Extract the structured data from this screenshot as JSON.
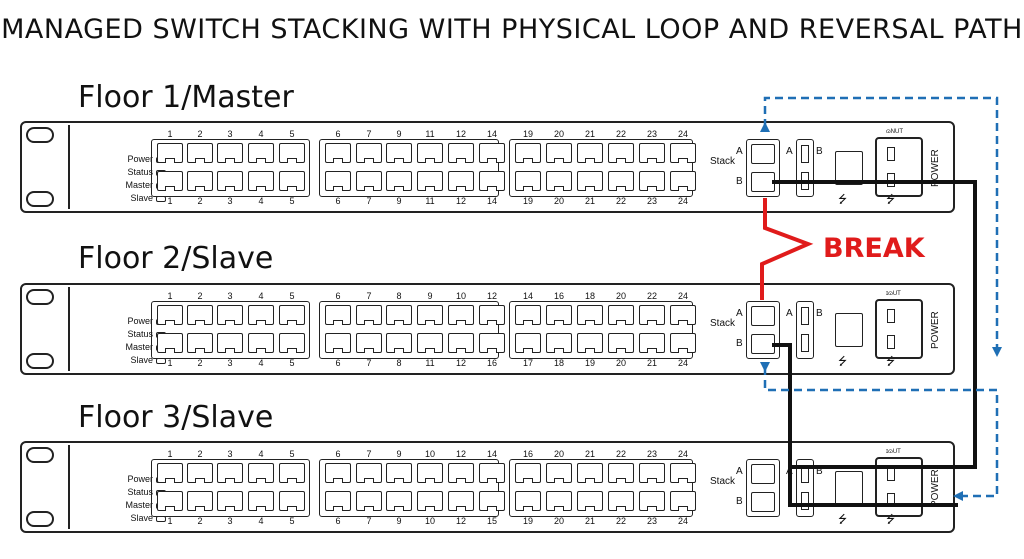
{
  "title": "MANAGED SWITCH STACKING WITH PHYSICAL LOOP AND REVERSAL PATH",
  "break_label": "BREAK",
  "led_labels": [
    "Power",
    "Status",
    "Master",
    "Slave"
  ],
  "stack_label": "Stack",
  "power_label": "POWER",
  "colors": {
    "break": "#e01b1b",
    "reversal": "#1f6fb5",
    "cable": "#111111"
  },
  "floors": [
    {
      "label": "Floor 1/Master",
      "top_ports": [
        "1",
        "2",
        "3",
        "4",
        "5",
        "6",
        "7",
        "9",
        "11",
        "12",
        "14",
        "19",
        "20",
        "21",
        "22",
        "23",
        "24"
      ],
      "bottom_ports": [
        "1",
        "2",
        "3",
        "4",
        "5",
        "6",
        "7",
        "9",
        "11",
        "12",
        "14",
        "19",
        "20",
        "21",
        "22",
        "23",
        "24"
      ],
      "power_tag": "ɷNUT"
    },
    {
      "label": "Floor 2/Slave",
      "top_ports": [
        "1",
        "2",
        "3",
        "4",
        "5",
        "6",
        "7",
        "8",
        "9",
        "10",
        "12",
        "14",
        "16",
        "18",
        "20",
        "22",
        "24"
      ],
      "bottom_ports": [
        "1",
        "2",
        "3",
        "4",
        "5",
        "6",
        "7",
        "8",
        "11",
        "12",
        "16",
        "17",
        "18",
        "19",
        "20",
        "21",
        "24"
      ],
      "power_tag": "ɪɷUT"
    },
    {
      "label": "Floor 3/Slave",
      "top_ports": [
        "1",
        "2",
        "3",
        "4",
        "5",
        "6",
        "7",
        "9",
        "10",
        "12",
        "14",
        "16",
        "20",
        "21",
        "22",
        "23",
        "24"
      ],
      "bottom_ports": [
        "1",
        "2",
        "3",
        "4",
        "5",
        "6",
        "7",
        "9",
        "10",
        "12",
        "15",
        "19",
        "20",
        "21",
        "22",
        "23",
        "24"
      ],
      "power_tag": "ɪɷUT"
    }
  ]
}
